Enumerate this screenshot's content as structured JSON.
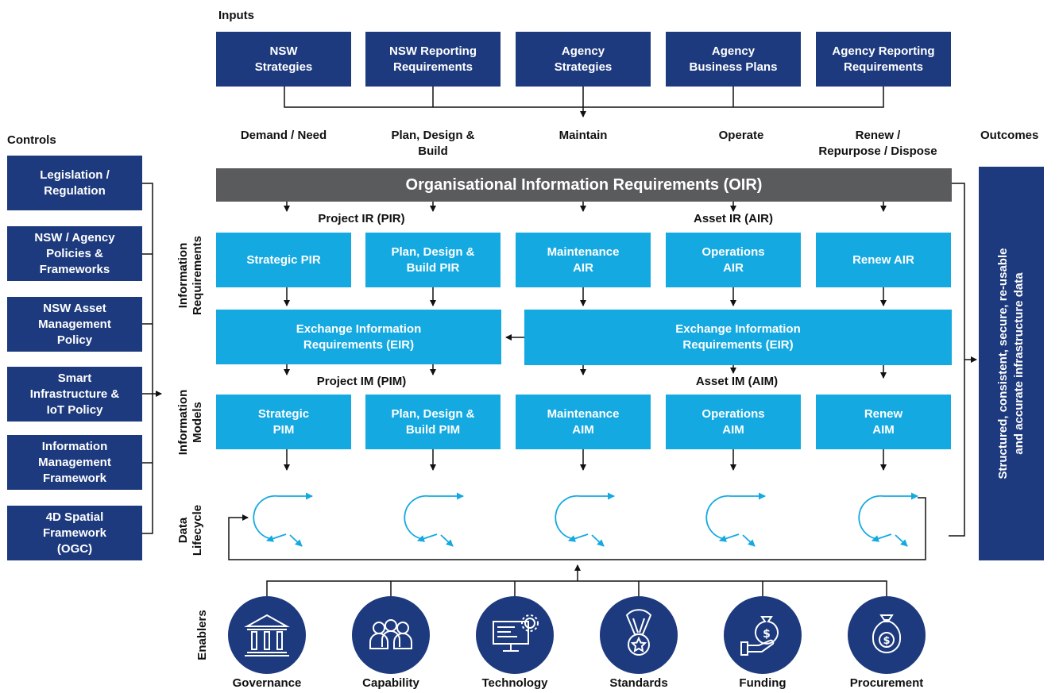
{
  "headings": {
    "inputs": "Inputs",
    "controls": "Controls",
    "outcomes": "Outcomes"
  },
  "inputs": [
    "NSW\nStrategies",
    "NSW Reporting\nRequirements",
    "Agency\nStrategies",
    "Agency\nBusiness Plans",
    "Agency Reporting\nRequirements"
  ],
  "stages": [
    "Demand / Need",
    "Plan, Design &\nBuild",
    "Maintain",
    "Operate",
    "Renew /\nRepurpose / Dispose"
  ],
  "oir": "Organisational Information Requirements (OIR)",
  "pir_label": "Project IR (PIR)",
  "air_label": "Asset IR (AIR)",
  "pim_label": "Project IM (PIM)",
  "aim_label": "Asset IM (AIM)",
  "requirements": [
    "Strategic PIR",
    "Plan, Design &\nBuild PIR",
    "Maintenance\nAIR",
    "Operations\nAIR",
    "Renew AIR"
  ],
  "eir_left": "Exchange Information\nRequirements (EIR)",
  "eir_right": "Exchange Information\nRequirements (EIR)",
  "models": [
    "Strategic\nPIM",
    "Plan, Design &\nBuild PIM",
    "Maintenance\nAIM",
    "Operations\nAIM",
    "Renew\nAIM"
  ],
  "row_labels": {
    "information_requirements": "Information\nRequirements",
    "information_models": "Information\nModels",
    "data_lifecycle": "Data\nLifecycle",
    "enablers": "Enablers"
  },
  "controls": [
    "Legislation /\nRegulation",
    "NSW / Agency\nPolicies &\nFrameworks",
    "NSW Asset\nManagement\nPolicy",
    "Smart\nInfrastructure &\nIoT Policy",
    "Information\nManagement\nFramework",
    "4D Spatial\nFramework\n(OGC)"
  ],
  "outcome_text": "Structured, consistent, secure, re-usable\nand accurate infrastructure data",
  "enablers": [
    {
      "label": "Governance",
      "icon": "governance-building-icon"
    },
    {
      "label": "Capability",
      "icon": "people-group-icon"
    },
    {
      "label": "Technology",
      "icon": "computer-gear-icon"
    },
    {
      "label": "Standards",
      "icon": "medal-star-icon"
    },
    {
      "label": "Funding",
      "icon": "money-bag-hand-icon"
    },
    {
      "label": "Procurement",
      "icon": "money-bag-dollar-icon"
    }
  ],
  "colors": {
    "navy": "#1d3a7e",
    "sky": "#14a9e1",
    "grey": "#5a5b5d"
  }
}
